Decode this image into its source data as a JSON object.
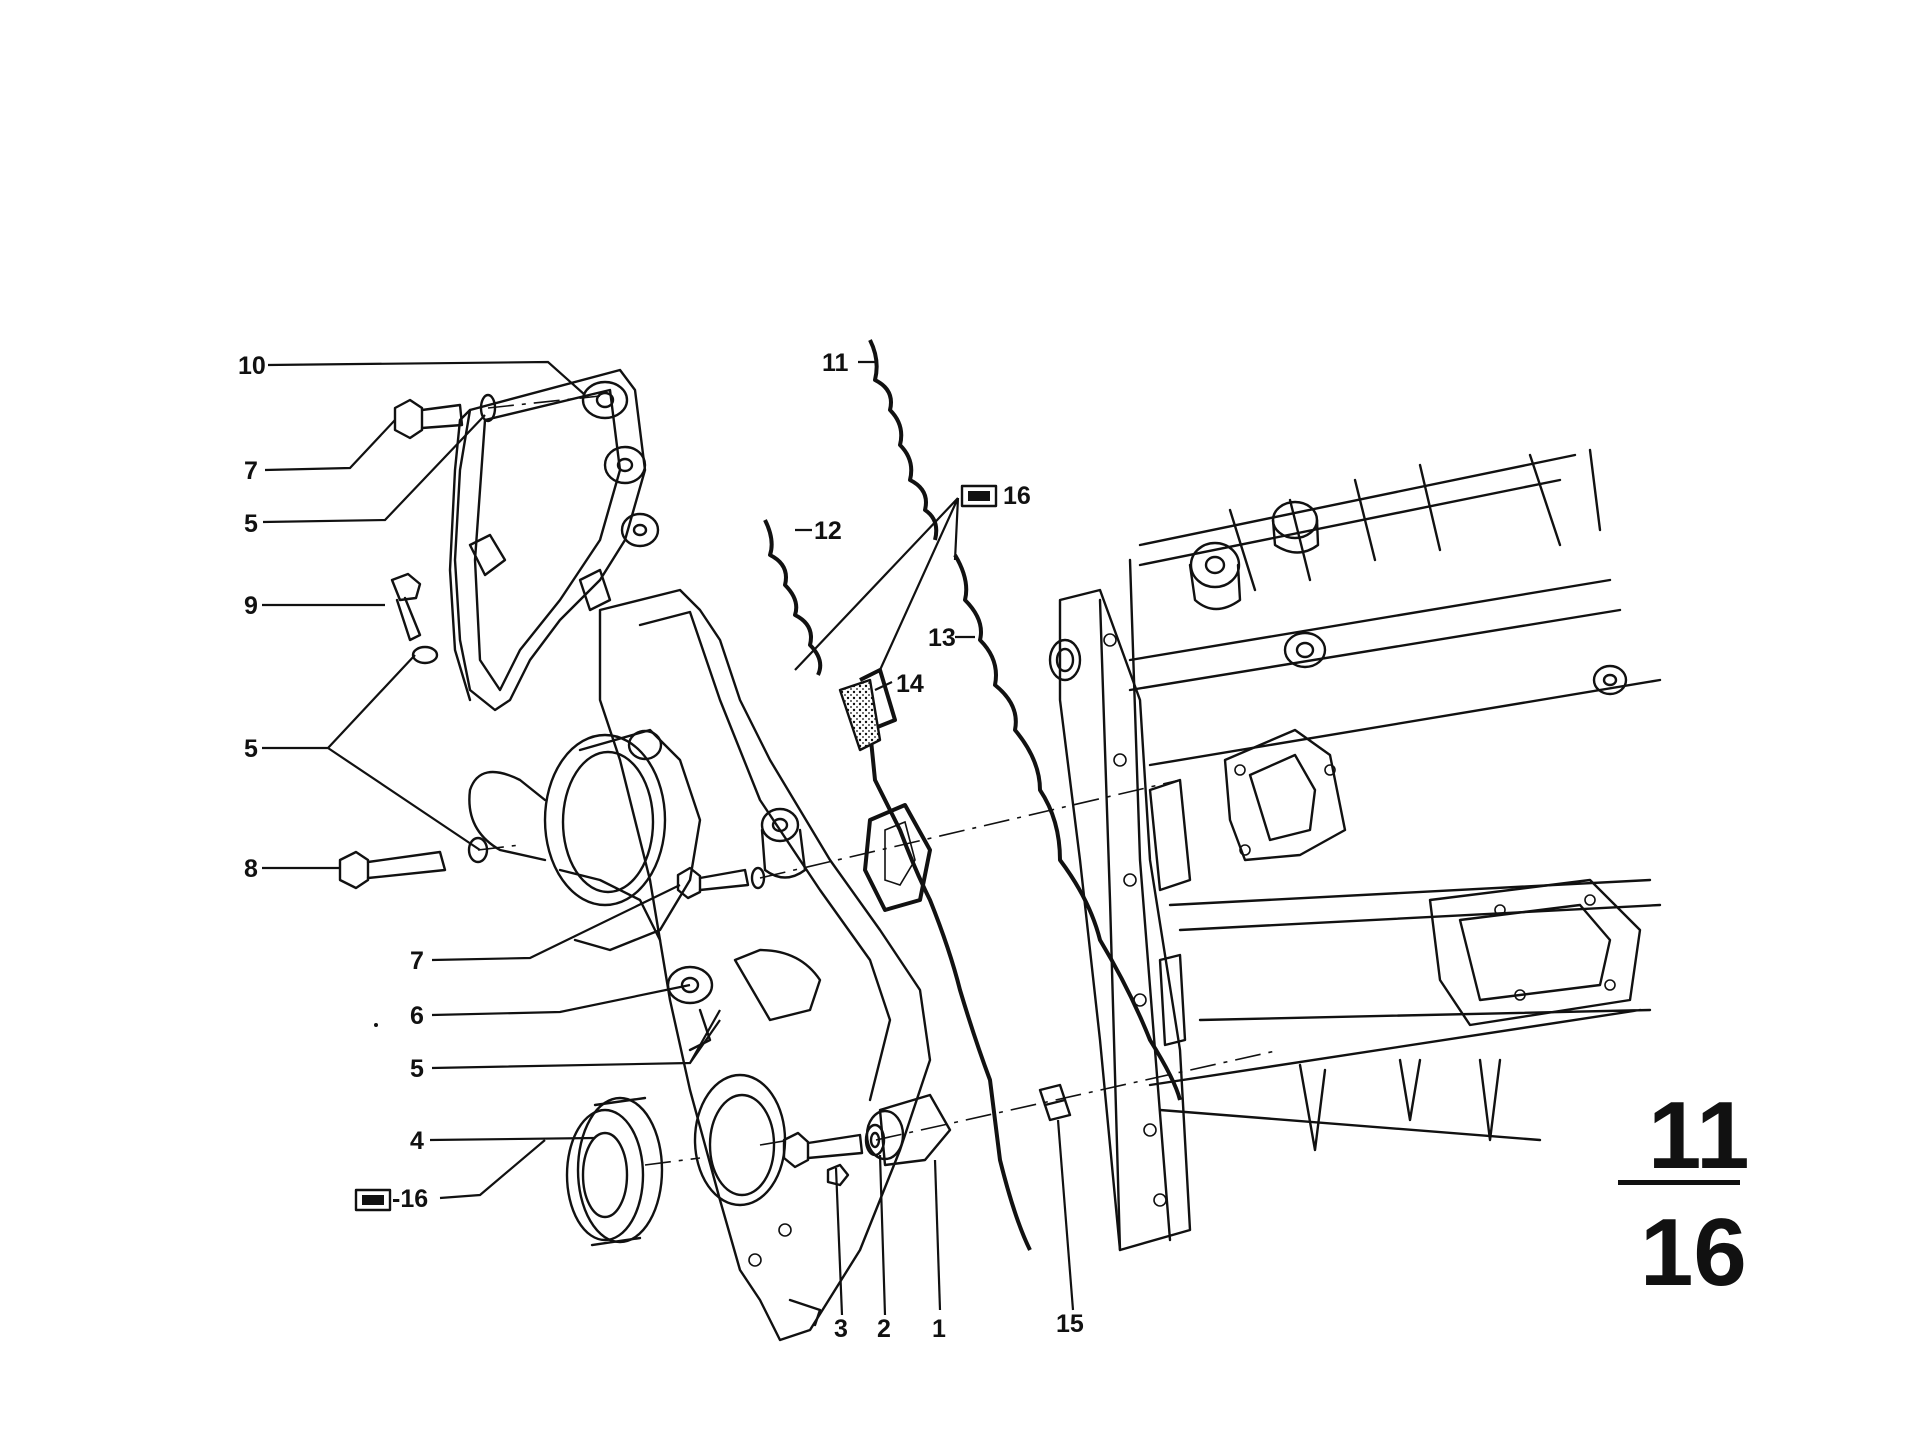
{
  "diagram": {
    "page_code": {
      "top": "11",
      "bottom": "16"
    },
    "callouts": {
      "c10": "10",
      "c7a": "7",
      "c5a": "5",
      "c9": "9",
      "c5b": "5",
      "c8": "8",
      "c7b": "7",
      "c6": "6",
      "c5c": "5",
      "c4": "4",
      "c16a": "-16",
      "c11": "11",
      "c12": "12",
      "c16b": "16",
      "c13": "13",
      "c14": "14",
      "c3": "3",
      "c2": "2",
      "c1": "1",
      "c15": "15"
    }
  }
}
